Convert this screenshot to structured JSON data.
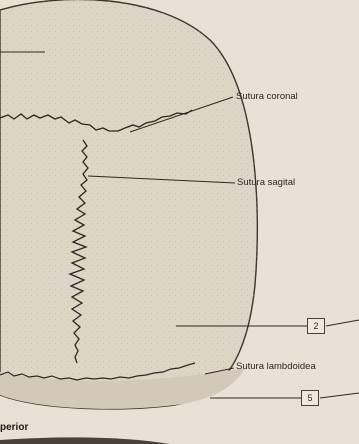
{
  "labels": {
    "coronal": "Sutura coronal",
    "sagittal": "Sutura sagital",
    "lambdoid": "Sutura lambdoidea",
    "box_2": "2",
    "box_5": "5",
    "view": "perior"
  },
  "colors": {
    "background": "#e9e1d3",
    "skull_fill": "#ddd5c6",
    "outline": "#3d342d",
    "suture": "#2e2722"
  }
}
